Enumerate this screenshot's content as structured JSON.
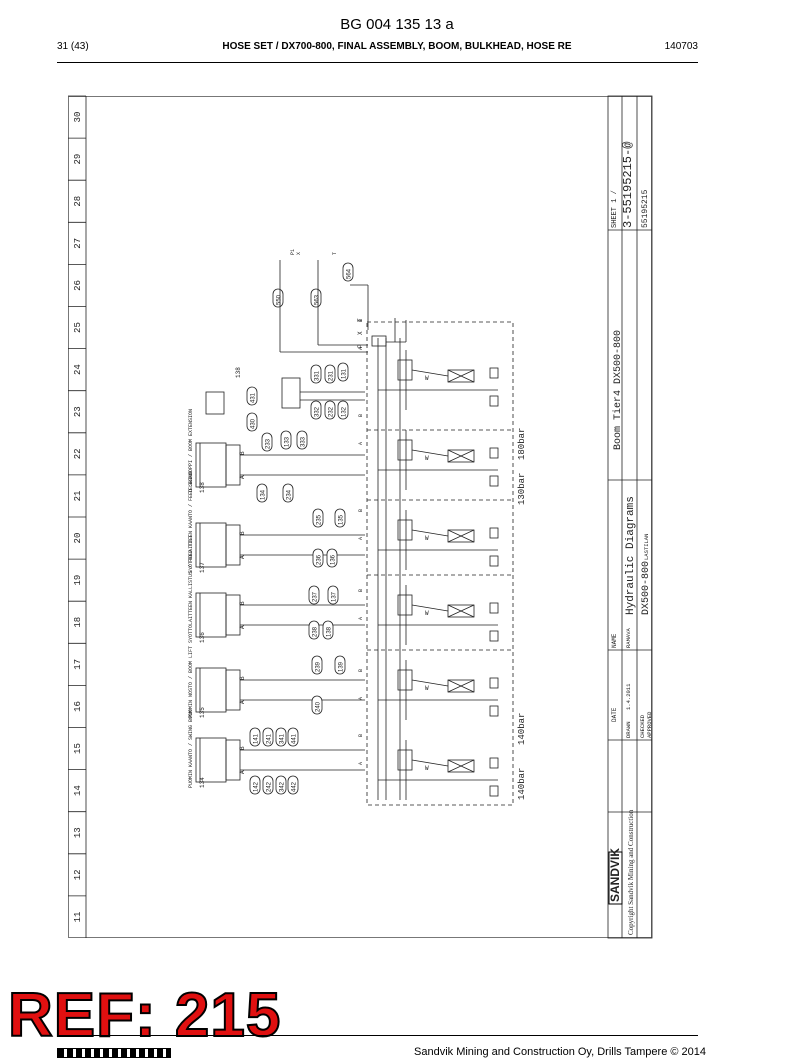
{
  "header": {
    "doc_id": "BG 004 135 13 a",
    "page": "31 (43)",
    "title": "HOSE SET / DX700-800, FINAL ASSEMBLY, BOOM, BULKHEAD, HOSE RE",
    "date": "140703"
  },
  "frame": {
    "columns": [
      "11",
      "12",
      "13",
      "14",
      "15",
      "16",
      "17",
      "18",
      "19",
      "20",
      "21",
      "22",
      "23",
      "24",
      "25",
      "26",
      "27",
      "28",
      "29",
      "30"
    ]
  },
  "actuators": [
    {
      "label": "PUOMIN KAANTO / SWING BOOM",
      "cyl": "134"
    },
    {
      "label": "PUOMIN NOSTO / BOOM LIFT",
      "cyl": "135"
    },
    {
      "label": "SYOTTOLAITTEEN KALLISTUS / FEED TILT",
      "cyl": "136"
    },
    {
      "label": "SYOTTOLAITTEEN KAANTO / FEED SWING",
      "cyl": "137"
    },
    {
      "label": "TELESKOOPPI / BOOM EXTENSION",
      "cyl": "138"
    }
  ],
  "hose_numbers": [
    "142",
    "141",
    "242",
    "241",
    "342",
    "341",
    "442",
    "441",
    "240",
    "139",
    "239",
    "238",
    "138",
    "237",
    "137",
    "236",
    "136",
    "235",
    "135",
    "234",
    "134",
    "233",
    "133",
    "333",
    "232",
    "132",
    "332",
    "231",
    "131",
    "331",
    "430",
    "431",
    "550",
    "563",
    "564"
  ],
  "port_labels": {
    "a": "A",
    "b": "B",
    "p": "P",
    "t": "T",
    "x": "X",
    "ls": "LS"
  },
  "pressures": {
    "lower": "140bar",
    "lower2": "140bar",
    "upper": "130bar",
    "upper2": "180bar"
  },
  "ports_top": [
    "P",
    "X",
    "T"
  ],
  "title_block": {
    "company": "SANDVIK",
    "copyright": "Copyright Sandvik Mining and Construction",
    "drawn": "DRAWN",
    "checked": "CHECKED",
    "approved": "APPROVED",
    "date_col": "DATE",
    "name_col": "NAME",
    "drawn_date": "1.4.2011",
    "drawn_name": "RAMAVA",
    "drawing_title": "Hydraulic Diagrams",
    "model": "DX500-800",
    "subtitle": "Boom Tier4 DX500-800",
    "sheet": "SHEET 1 /",
    "doc_no": "3-55195215-@",
    "unit_no": "55195215",
    "replaces": "LASTILAN"
  },
  "stamp": {
    "ref": "REF: 215"
  },
  "footer": {
    "text": "Sandvik Mining and Construction Oy, Drills Tampere © 2014"
  }
}
